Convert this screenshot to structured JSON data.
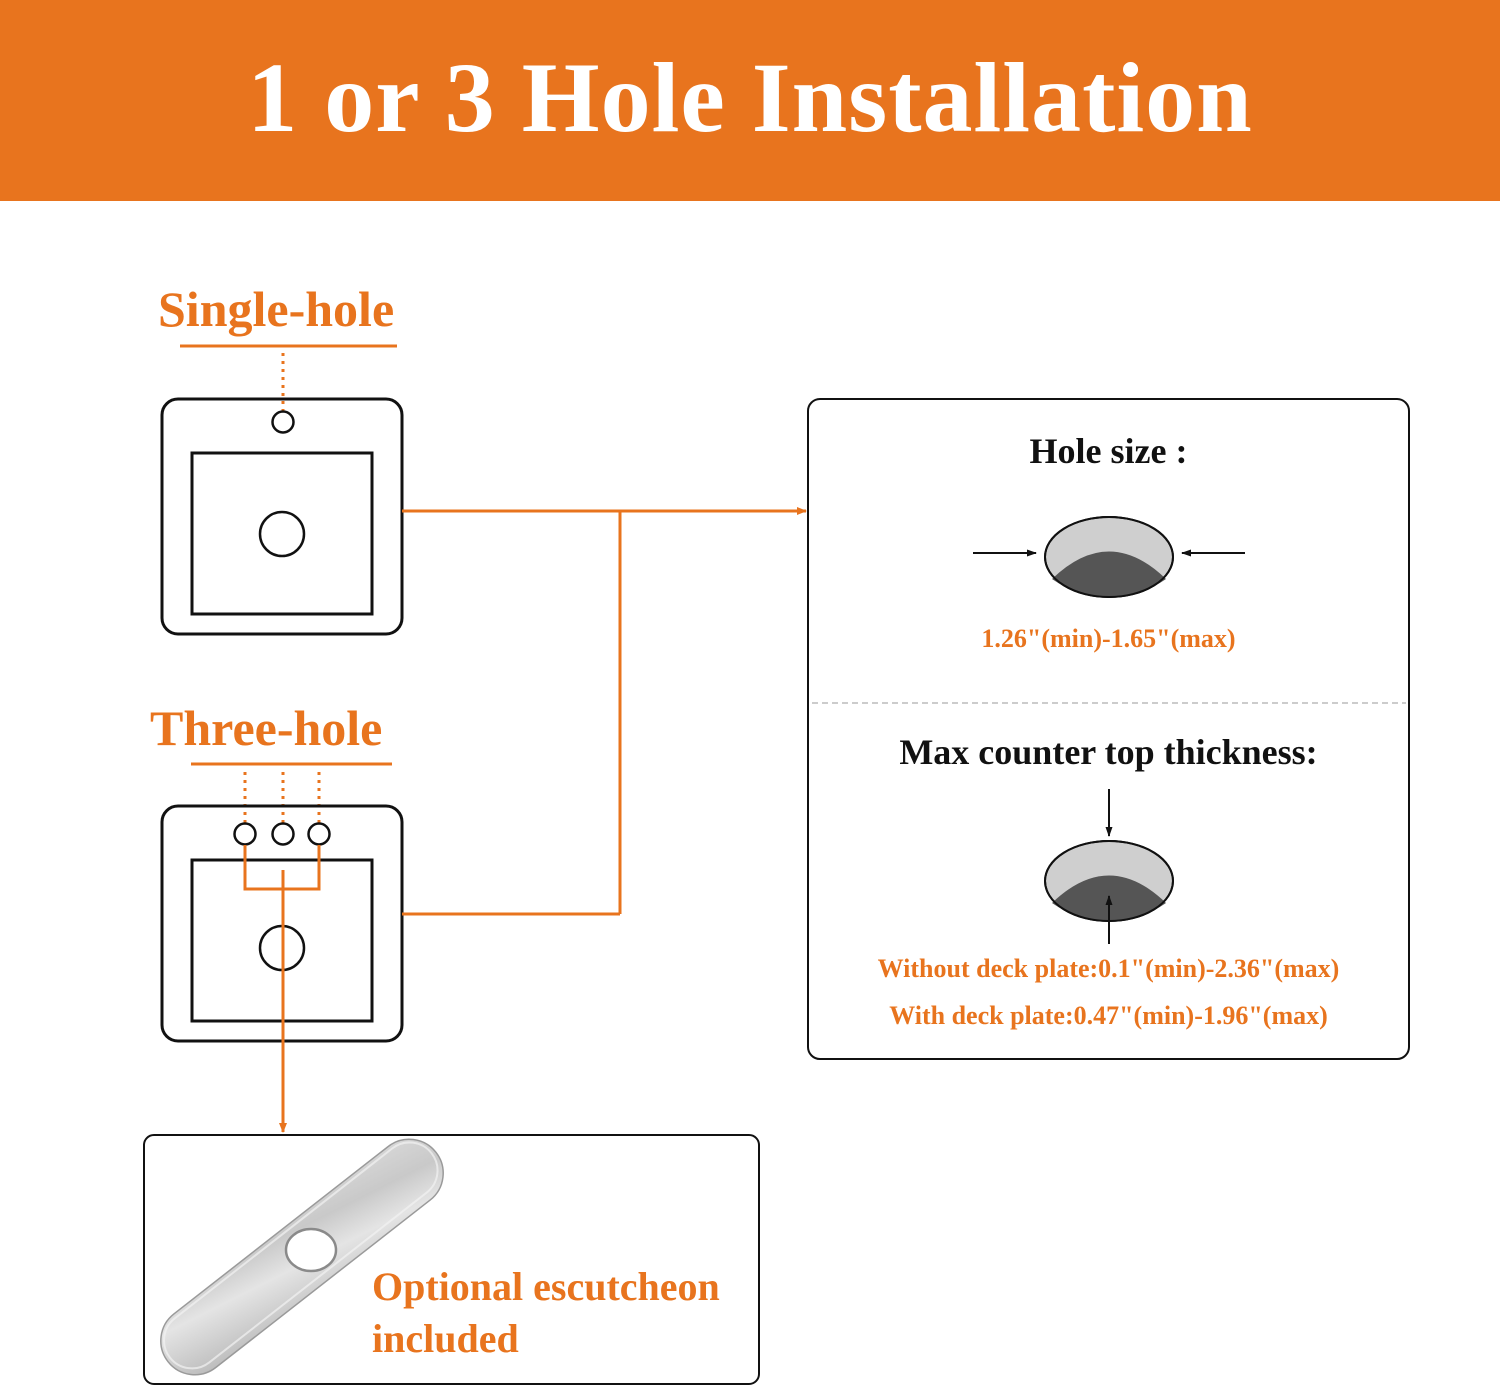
{
  "title": "1 or 3 Hole Installation",
  "single_hole": {
    "label": "Single-hole"
  },
  "three_hole": {
    "label": "Three-hole"
  },
  "hole_size": {
    "heading": "Hole size :",
    "range": "1.26\"(min)-1.65\"(max)"
  },
  "thickness": {
    "heading": "Max counter top thickness:",
    "without_plate": "Without deck plate:0.1\"(min)-2.36\"(max)",
    "with_plate": "With deck plate:0.47\"(min)-1.96\"(max)"
  },
  "escutcheon": {
    "line1": "Optional escutcheon",
    "line2": "included"
  },
  "colors": {
    "accent": "#E8741E",
    "outline": "#111111",
    "hole_top": "#CFCFCF",
    "hole_shadow": "#555555"
  }
}
